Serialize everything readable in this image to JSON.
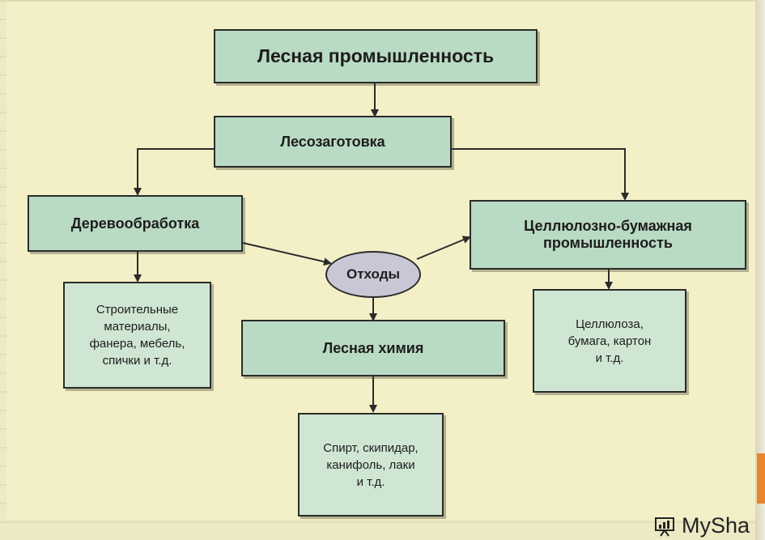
{
  "diagram": {
    "title": "Лесная промышленность",
    "logging": "Лесозаготовка",
    "woodworking": "Деревообработка",
    "pulp_paper": "Целлюлозно-бумажная\nпромышленность",
    "waste": "Отходы",
    "forest_chemistry": "Лесная химия",
    "wood_products": "Строительные\nматериалы,\nфанера, мебель,\nспички и т.д.",
    "paper_products": "Целлюлоза,\nбумага, картон\nи т.д.",
    "chemical_products": "Спирт, скипидар,\nканифоль, лаки\nи т.д."
  },
  "watermark": "MySha"
}
